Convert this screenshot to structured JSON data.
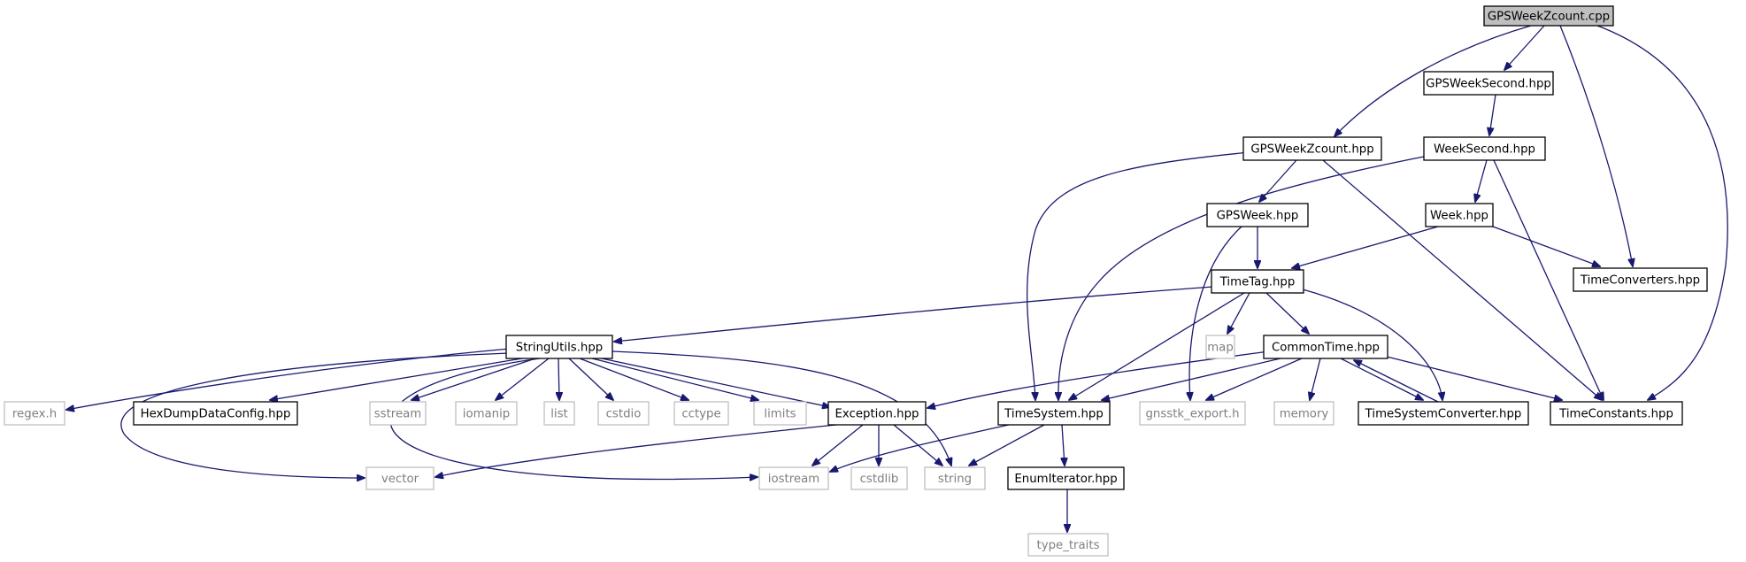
{
  "colors": {
    "edge": "#191970",
    "node_border": "#000000",
    "external_border": "#bfbfbf",
    "root_fill": "#bfbfbf",
    "node_fill": "#ffffff",
    "external_text": "#7f7f7f"
  },
  "nodes": [
    {
      "id": "gpsweekzcount_cpp",
      "label": "GPSWeekZcount.cpp",
      "kind": "root"
    },
    {
      "id": "gpsweeksecond_hpp",
      "label": "GPSWeekSecond.hpp",
      "kind": "internal"
    },
    {
      "id": "gpsweekzcount_hpp",
      "label": "GPSWeekZcount.hpp",
      "kind": "internal"
    },
    {
      "id": "weeksecond_hpp",
      "label": "WeekSecond.hpp",
      "kind": "internal"
    },
    {
      "id": "gpsweek_hpp",
      "label": "GPSWeek.hpp",
      "kind": "internal"
    },
    {
      "id": "week_hpp",
      "label": "Week.hpp",
      "kind": "internal"
    },
    {
      "id": "timetag_hpp",
      "label": "TimeTag.hpp",
      "kind": "internal"
    },
    {
      "id": "timeconverters_hpp",
      "label": "TimeConverters.hpp",
      "kind": "internal"
    },
    {
      "id": "stringutils_hpp",
      "label": "StringUtils.hpp",
      "kind": "internal"
    },
    {
      "id": "map",
      "label": "map",
      "kind": "external"
    },
    {
      "id": "commontime_hpp",
      "label": "CommonTime.hpp",
      "kind": "internal"
    },
    {
      "id": "regex_h",
      "label": "regex.h",
      "kind": "external"
    },
    {
      "id": "hexdumpdataconfig_hpp",
      "label": "HexDumpDataConfig.hpp",
      "kind": "internal"
    },
    {
      "id": "sstream",
      "label": "sstream",
      "kind": "external"
    },
    {
      "id": "iomanip",
      "label": "iomanip",
      "kind": "external"
    },
    {
      "id": "list",
      "label": "list",
      "kind": "external"
    },
    {
      "id": "cstdio",
      "label": "cstdio",
      "kind": "external"
    },
    {
      "id": "cctype",
      "label": "cctype",
      "kind": "external"
    },
    {
      "id": "limits",
      "label": "limits",
      "kind": "external"
    },
    {
      "id": "exception_hpp",
      "label": "Exception.hpp",
      "kind": "internal"
    },
    {
      "id": "timesystem_hpp",
      "label": "TimeSystem.hpp",
      "kind": "internal"
    },
    {
      "id": "gnsstk_export_h",
      "label": "gnsstk_export.h",
      "kind": "external"
    },
    {
      "id": "memory",
      "label": "memory",
      "kind": "external"
    },
    {
      "id": "timesystemconverter_hpp",
      "label": "TimeSystemConverter.hpp",
      "kind": "internal"
    },
    {
      "id": "timeconstants_hpp",
      "label": "TimeConstants.hpp",
      "kind": "internal"
    },
    {
      "id": "vector",
      "label": "vector",
      "kind": "external"
    },
    {
      "id": "iostream",
      "label": "iostream",
      "kind": "external"
    },
    {
      "id": "cstdlib",
      "label": "cstdlib",
      "kind": "external"
    },
    {
      "id": "string",
      "label": "string",
      "kind": "external"
    },
    {
      "id": "enumiterator_hpp",
      "label": "EnumIterator.hpp",
      "kind": "internal"
    },
    {
      "id": "type_traits",
      "label": "type_traits",
      "kind": "external"
    }
  ],
  "edges": [
    [
      "gpsweekzcount_cpp",
      "gpsweeksecond_hpp"
    ],
    [
      "gpsweekzcount_cpp",
      "gpsweekzcount_hpp"
    ],
    [
      "gpsweekzcount_cpp",
      "timeconverters_hpp"
    ],
    [
      "gpsweekzcount_cpp",
      "timeconstants_hpp"
    ],
    [
      "gpsweeksecond_hpp",
      "weeksecond_hpp"
    ],
    [
      "gpsweekzcount_hpp",
      "gpsweek_hpp"
    ],
    [
      "gpsweekzcount_hpp",
      "timesystem_hpp"
    ],
    [
      "gpsweekzcount_hpp",
      "timeconstants_hpp"
    ],
    [
      "weeksecond_hpp",
      "week_hpp"
    ],
    [
      "weeksecond_hpp",
      "timesystem_hpp"
    ],
    [
      "weeksecond_hpp",
      "timeconstants_hpp"
    ],
    [
      "gpsweek_hpp",
      "timetag_hpp"
    ],
    [
      "gpsweek_hpp",
      "gnsstk_export_h"
    ],
    [
      "week_hpp",
      "timetag_hpp"
    ],
    [
      "week_hpp",
      "timeconverters_hpp"
    ],
    [
      "timetag_hpp",
      "stringutils_hpp"
    ],
    [
      "timetag_hpp",
      "map"
    ],
    [
      "timetag_hpp",
      "commontime_hpp"
    ],
    [
      "timetag_hpp",
      "timesystem_hpp"
    ],
    [
      "timetag_hpp",
      "timesystemconverter_hpp"
    ],
    [
      "stringutils_hpp",
      "regex_h"
    ],
    [
      "stringutils_hpp",
      "hexdumpdataconfig_hpp"
    ],
    [
      "stringutils_hpp",
      "sstream"
    ],
    [
      "stringutils_hpp",
      "iomanip"
    ],
    [
      "stringutils_hpp",
      "list"
    ],
    [
      "stringutils_hpp",
      "cstdio"
    ],
    [
      "stringutils_hpp",
      "cctype"
    ],
    [
      "stringutils_hpp",
      "limits"
    ],
    [
      "stringutils_hpp",
      "exception_hpp"
    ],
    [
      "stringutils_hpp",
      "string"
    ],
    [
      "stringutils_hpp",
      "vector"
    ],
    [
      "stringutils_hpp",
      "iostream"
    ],
    [
      "commontime_hpp",
      "exception_hpp"
    ],
    [
      "commontime_hpp",
      "timesystem_hpp"
    ],
    [
      "commontime_hpp",
      "gnsstk_export_h"
    ],
    [
      "commontime_hpp",
      "memory"
    ],
    [
      "commontime_hpp",
      "timesystemconverter_hpp"
    ],
    [
      "commontime_hpp",
      "timeconstants_hpp"
    ],
    [
      "timesystemconverter_hpp",
      "commontime_hpp"
    ],
    [
      "exception_hpp",
      "vector"
    ],
    [
      "exception_hpp",
      "iostream"
    ],
    [
      "exception_hpp",
      "cstdlib"
    ],
    [
      "exception_hpp",
      "string"
    ],
    [
      "timesystem_hpp",
      "iostream"
    ],
    [
      "timesystem_hpp",
      "string"
    ],
    [
      "timesystem_hpp",
      "enumiterator_hpp"
    ],
    [
      "enumiterator_hpp",
      "type_traits"
    ]
  ]
}
